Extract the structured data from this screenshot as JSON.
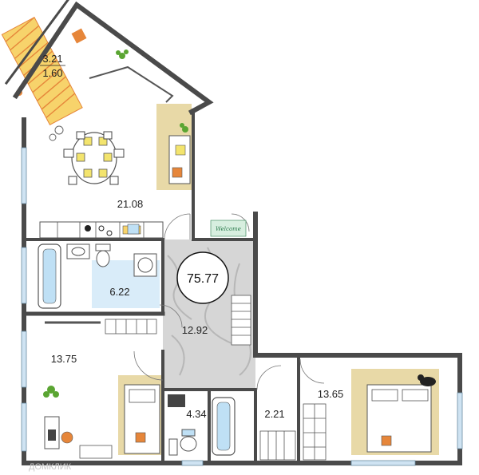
{
  "plan": {
    "total_area": "75.77",
    "rooms": [
      {
        "id": "living-kitchen",
        "area": "21.08"
      },
      {
        "id": "bathroom",
        "area": "6.22"
      },
      {
        "id": "hallway",
        "area": "12.92"
      },
      {
        "id": "bedroom-left",
        "area": "13.75"
      },
      {
        "id": "bedroom-small",
        "area": "4.34"
      },
      {
        "id": "wc",
        "area": "2.21"
      },
      {
        "id": "bedroom-right",
        "area": "13.65"
      }
    ],
    "balcony": {
      "length": "3.21",
      "width": "1.60"
    },
    "doormat_text": "Welcome",
    "watermark": "ДОМКЛИК"
  },
  "colors": {
    "wall": "#4a4a4a",
    "window": "#cfe3f2",
    "accent_blue": "#bfe0f5",
    "balcony_fill": "#f7d36b",
    "balcony_stripe": "#e6863a",
    "rug": "#e8d9a7",
    "hall_floor": "#cfcfcf",
    "plant": "#5aa532",
    "welcome_mat": "#d7eedf"
  }
}
